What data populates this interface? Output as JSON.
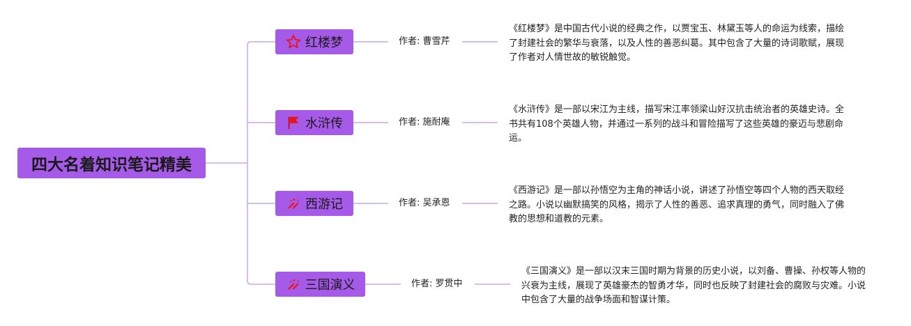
{
  "root": {
    "title": "四大名着知识笔记精美"
  },
  "colors": {
    "node_fill": "#a55ae8",
    "line": "#c9a8e8",
    "icon_red": "#e8141f"
  },
  "books": [
    {
      "title": "红楼梦",
      "icon": "star-outline-icon",
      "author": "作者: 曹雪芹",
      "description": "《红楼梦》是中国古代小说的经典之作，以贾宝玉、林黛玉等人的命运为线索，描绘了封建社会的繁华与衰落，以及人性的善恶纠葛。其中包含了大量的诗词歌赋，展现了作者对人情世故的敏锐触觉。"
    },
    {
      "title": "水浒传",
      "icon": "red-flag-icon",
      "author": "作者: 施耐庵",
      "description": "《水浒传》是一部以宋江为主线，描写宋江率领梁山好汉抗击统治者的英雄史诗。全书共有108个英雄人物，并通过一系列的战斗和冒险描写了这些英雄的豪迈与悲剧命运。"
    },
    {
      "title": "西游记",
      "icon": "firecracker-icon",
      "author": "作者: 吴承恩",
      "description": "《西游记》是一部以孙悟空为主角的神话小说，讲述了孙悟空等四个人物的西天取经之路。小说以幽默搞笑的风格，揭示了人性的善恶、追求真理的勇气，同时融入了佛教的思想和道教的元素。"
    },
    {
      "title": "三国演义",
      "icon": "firecracker-icon",
      "author": "作者: 罗贯中",
      "description": "《三国演义》是一部以汉末三国时期为背景的历史小说，以刘备、曹操、孙权等人物的兴衰为主线，展现了英雄豪杰的智勇才华，同时也反映了封建社会的腐败与灾难。小说中包含了大量的战争场面和智谋计策。"
    }
  ]
}
